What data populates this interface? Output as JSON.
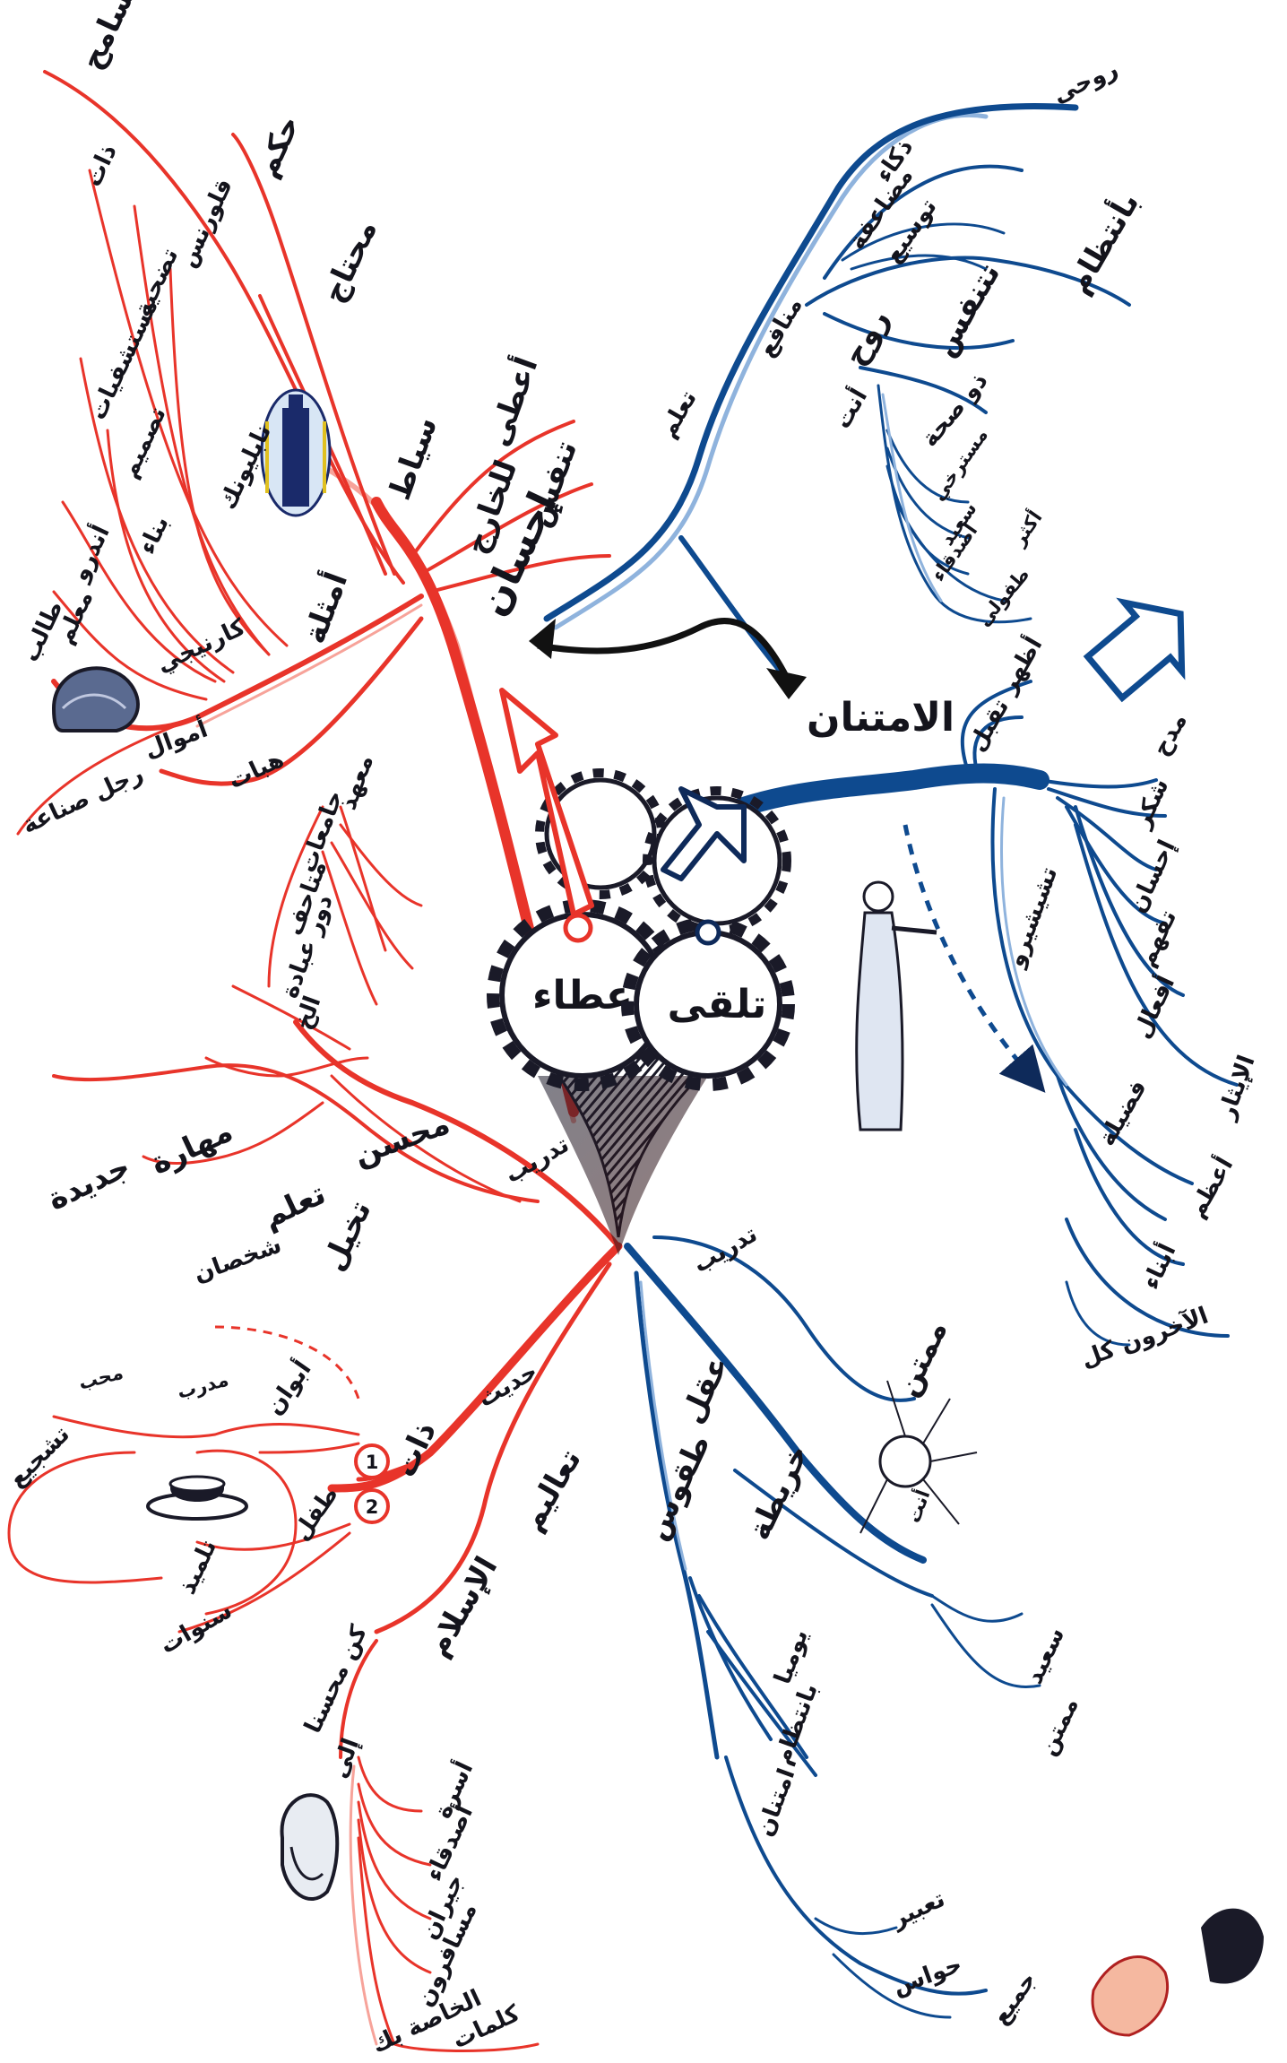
{
  "center": {
    "left_gear": "عطاء",
    "right_gear": "تلقى",
    "left_arrow_word": "إحسان",
    "right_arrow_word": "الامتنان"
  },
  "red_top": {
    "words": [
      "متسامح",
      "حكم",
      "محتاج",
      "ذات",
      "قلورنس",
      "تضحية",
      "نابليونك",
      "مستشفيات",
      "تصميم",
      "بناء",
      "أندرو",
      "طالب",
      "معلم",
      "كارنيجي",
      "رجل صناعة",
      "أموال",
      "أمثلة",
      "أعطى",
      "للخارج",
      "سياط",
      "تنفس"
    ],
    "gifts": [
      "معهد",
      "جامعات",
      "متاحف",
      "دور عبادة",
      "الخ",
      "هبات"
    ]
  },
  "blue_top": {
    "words": [
      "روحى",
      "ذكاء",
      "مضاعفة",
      "توسيع",
      "بأنتظام",
      "تتنفس",
      "روح",
      "منافع",
      "تعلم",
      "ذو صحة",
      "أنت",
      "مسترخي",
      "سعيد",
      "أكثر",
      "أصدقاء",
      "طفولى"
    ]
  },
  "blue_right": {
    "words": [
      "أظهر",
      "تقبل",
      "مدح",
      "شكر",
      "إحسان",
      "تفهم",
      "أفعال",
      "الإيثار",
      "فضيلة",
      "أعظم",
      "أبناء",
      "الآخرون كل",
      "تشيشيرو"
    ]
  },
  "red_bottom": {
    "words": [
      "محسن",
      "تعلم",
      "مهارة",
      "جديدة",
      "تدريب",
      "تخيل",
      "شخصان",
      "مدرب",
      "محب",
      "أبوان",
      "تشجيع",
      "ذات",
      "حديث",
      "طفل",
      "تلميذ",
      "سنوات",
      "تعاليم",
      "الإسلام",
      "كن محسنا",
      "إلى",
      "أسرة",
      "أصدقاء",
      "جيران",
      "مسافرون",
      "كلمات",
      "الخاصة بك"
    ],
    "numbers": [
      "1",
      "2"
    ]
  },
  "blue_bottom": {
    "words": [
      "تدريب",
      "ممتن",
      "عقل",
      "خريطة",
      "طقوس",
      "يوميا",
      "بانتظام",
      "امتنان",
      "أنت",
      "سعيد",
      "ممتن",
      "تعبير",
      "جميع",
      "حواس"
    ]
  },
  "icons": [
    "lantern-icon",
    "brain-icon",
    "tea-cup-icon",
    "standing-man-icon",
    "bearded-man-icon",
    "hands-icon",
    "sun-face-icon"
  ],
  "colors": {
    "red": "#e8342a",
    "blue": "#0e4a8f",
    "ink": "#14141c"
  }
}
